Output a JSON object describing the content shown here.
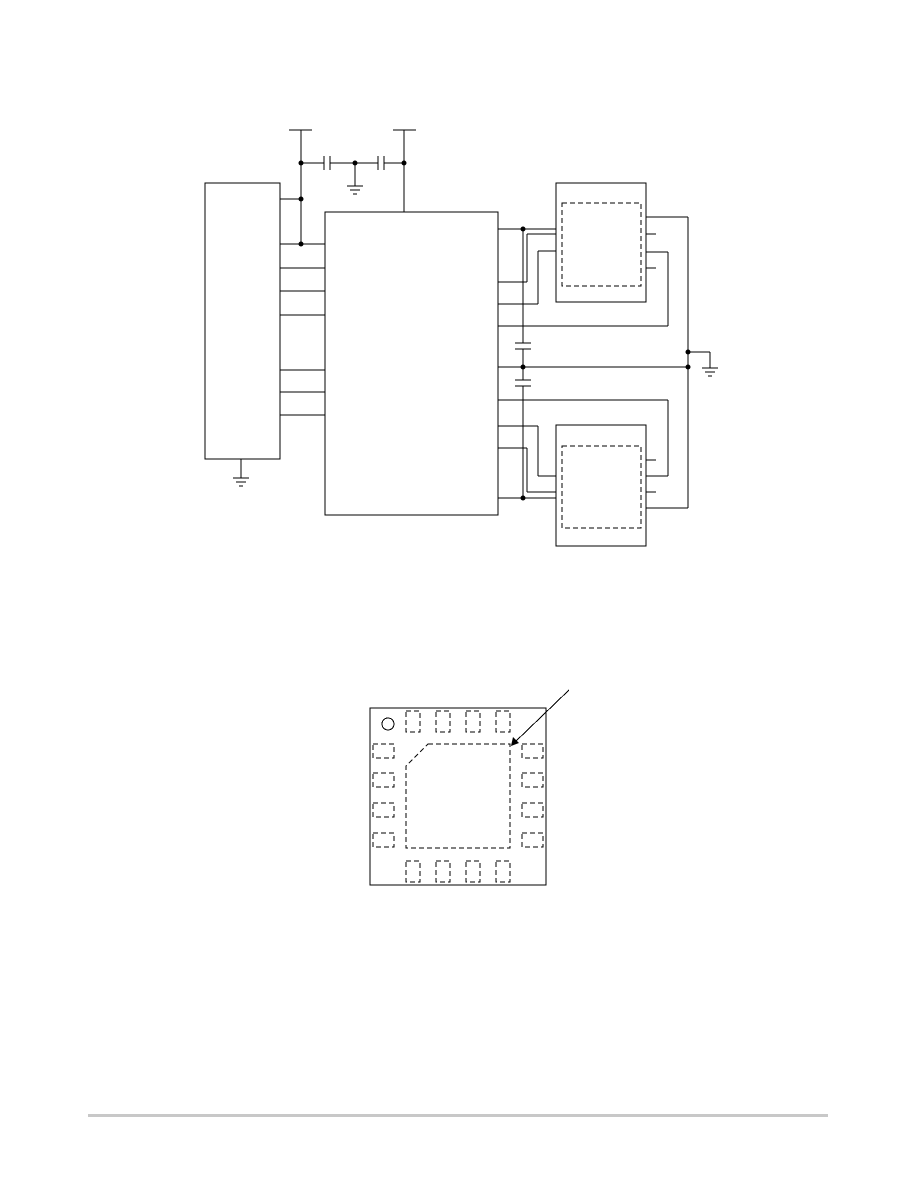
{
  "page": {
    "footer_rule_color": "#c8c8c8"
  },
  "schematic": {
    "components": [
      "connector",
      "controller-ic",
      "sensor-module-top",
      "sensor-module-bottom",
      "decoupling-capacitors",
      "ground-symbols",
      "supply-rails"
    ]
  },
  "package": {
    "pads_top": 4,
    "pads_bottom": 4,
    "pads_left": 4,
    "pads_right": 4,
    "has_pin1_marker": true,
    "has_exposed_pad": true
  }
}
